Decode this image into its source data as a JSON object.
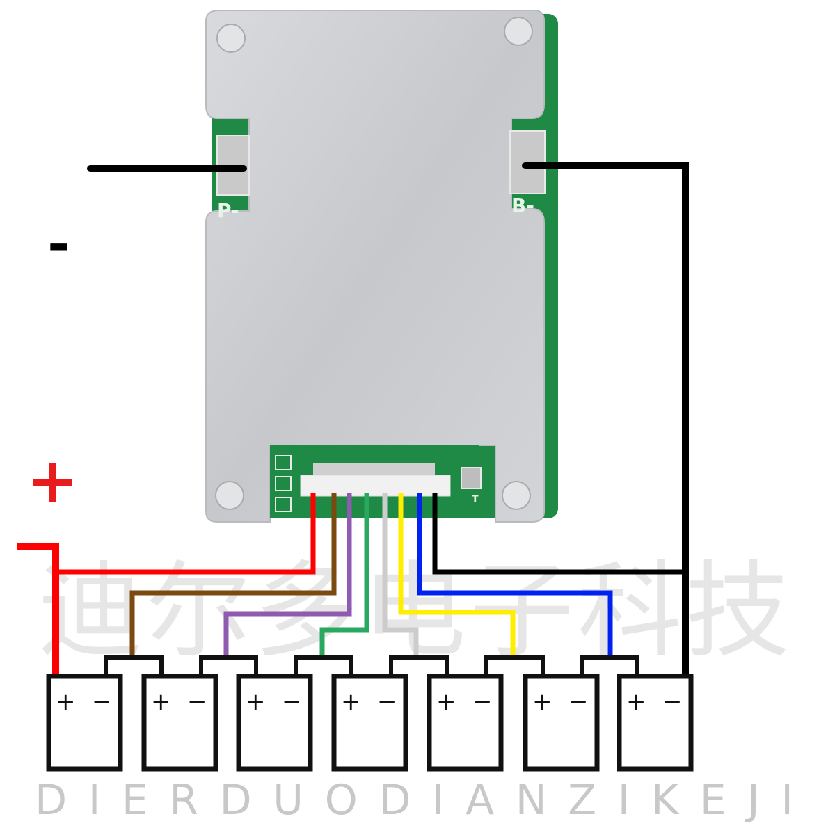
{
  "labels": {
    "negative_sign": "-",
    "positive_sign": "+",
    "p_minus": "P-",
    "b_minus": "B-",
    "t_pad": "T"
  },
  "watermark": {
    "chinese": "迪尔多电子科技",
    "pinyin": "DIERDUODIANZIKEJI"
  },
  "cells": [
    {
      "plus": "+",
      "minus": "−"
    },
    {
      "plus": "+",
      "minus": "−"
    },
    {
      "plus": "+",
      "minus": "−"
    },
    {
      "plus": "+",
      "minus": "−"
    },
    {
      "plus": "+",
      "minus": "−"
    },
    {
      "plus": "+",
      "minus": "−"
    },
    {
      "plus": "+",
      "minus": "−"
    }
  ],
  "wire_colors": {
    "main_negative": "#000000",
    "main_positive": "#ff0000",
    "balance": [
      "#ff0000",
      "#7a4a10",
      "#8e5bb0",
      "#2aa860",
      "#cccccc",
      "#ffee00",
      "#0022ee",
      "#000000"
    ],
    "pcb": "#1f8a45",
    "plate": "#cfd0d3"
  }
}
